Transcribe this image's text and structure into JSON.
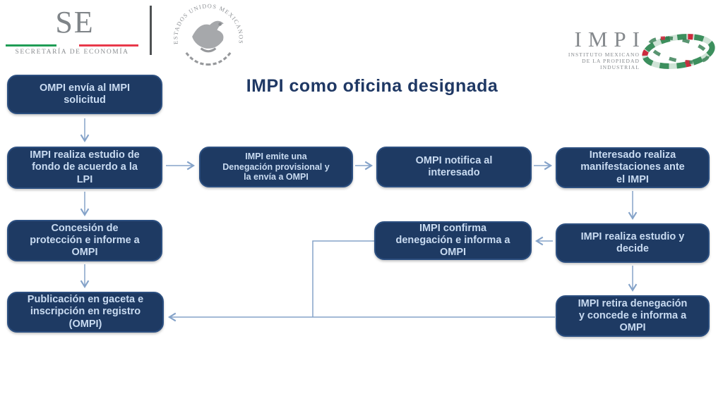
{
  "title": "IMPI como oficina designada",
  "header": {
    "se_logo": {
      "acronym": "SE",
      "caption": "SECRETARÍA DE ECONOMÍA"
    },
    "coat_of_arms": {
      "ring_text": "ESTADOS UNIDOS MEXICANOS"
    },
    "impi_logo": {
      "acronym": "IMPI",
      "caption_lines": [
        "INSTITUTO MEXICANO",
        "DE LA PROPIEDAD",
        "INDUSTRIAL"
      ]
    }
  },
  "flowchart": {
    "boxes": [
      {
        "id": "ompi-envia",
        "text": "OMPI envía al IMPI\nsolicitud"
      },
      {
        "id": "estudio-fondo",
        "text": "IMPI realiza estudio de\nfondo de acuerdo a la\nLPI"
      },
      {
        "id": "denegacion-provisional",
        "text": "IMPI emite una\nDenegación provisional y\nla envía a OMPI"
      },
      {
        "id": "ompi-notifica",
        "text": "OMPI notifica al\ninteresado"
      },
      {
        "id": "interesado-manifestaciones",
        "text": "Interesado realiza\nmanifestaciones ante\nel IMPI"
      },
      {
        "id": "concesion",
        "text": "Concesión de\nprotección e informe a\nOMPI"
      },
      {
        "id": "confirma-denegacion",
        "text": "IMPI confirma\ndenegación e informa a\nOMPI"
      },
      {
        "id": "estudio-decide",
        "text": "IMPI realiza estudio y\ndecide"
      },
      {
        "id": "publicacion",
        "text": "Publicación en gaceta e\ninscripción en registro\n(OMPI)"
      },
      {
        "id": "retira-denegacion",
        "text": "IMPI retira denegación\ny concede e informa a\nOMPI"
      }
    ],
    "edges": [
      {
        "from": "ompi-envia",
        "to": "estudio-fondo"
      },
      {
        "from": "estudio-fondo",
        "to": "denegacion-provisional"
      },
      {
        "from": "denegacion-provisional",
        "to": "ompi-notifica"
      },
      {
        "from": "ompi-notifica",
        "to": "interesado-manifestaciones"
      },
      {
        "from": "interesado-manifestaciones",
        "to": "estudio-decide"
      },
      {
        "from": "estudio-fondo",
        "to": "concesion"
      },
      {
        "from": "concesion",
        "to": "publicacion"
      },
      {
        "from": "estudio-decide",
        "to": "confirma-denegacion"
      },
      {
        "from": "estudio-decide",
        "to": "retira-denegacion"
      },
      {
        "from": "retira-denegacion",
        "to": "publicacion"
      },
      {
        "from": "confirma-denegacion",
        "to": "publicacion"
      }
    ]
  },
  "colors": {
    "box_fill": "#1e3a63",
    "box_border": "#2c4f80",
    "box_text": "#c9dbf1",
    "title_text": "#1f3864",
    "connector": "#85a3c9",
    "flag_green": "#1f9d55",
    "flag_red": "#e8394a",
    "logo_gray": "#85898d"
  }
}
